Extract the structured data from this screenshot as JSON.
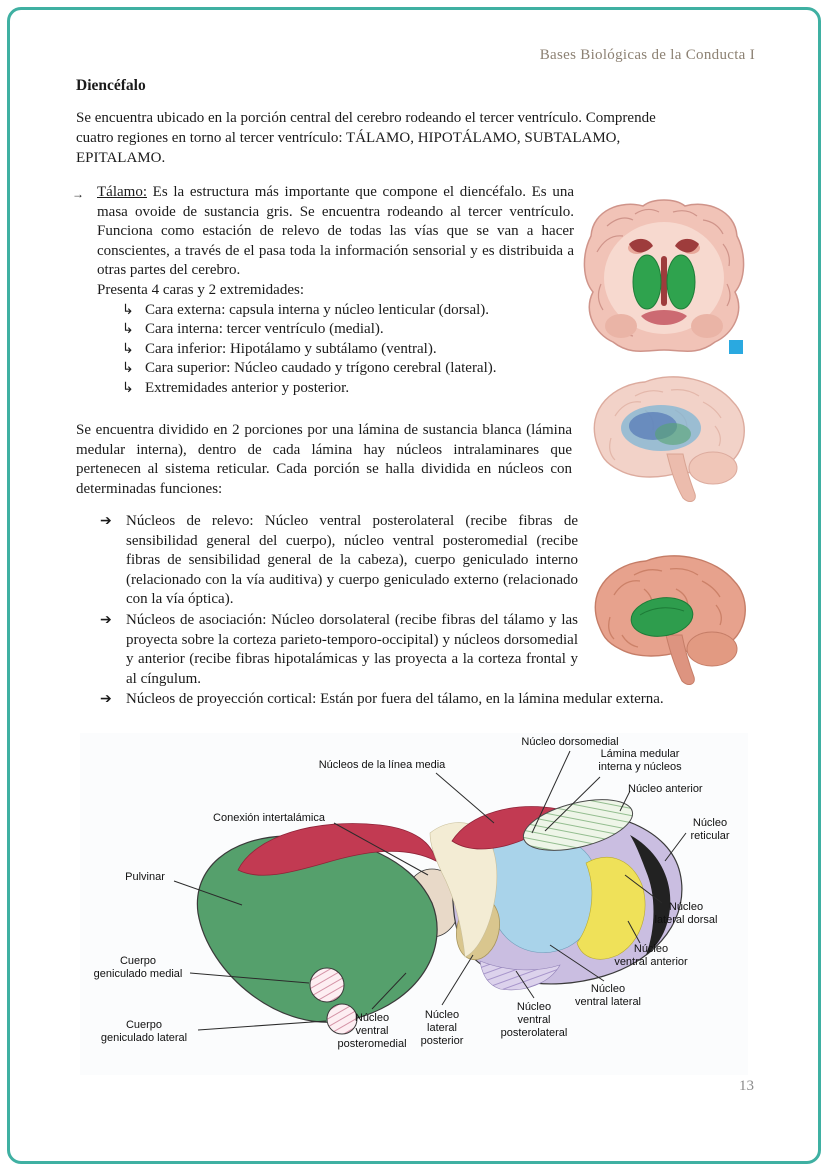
{
  "page": {
    "header": "Bases Biológicas de la Conducta I",
    "number": "13",
    "colors": {
      "border_teal": "#3fb0a2",
      "thalamus_green": "#2fa34e",
      "diagram_red": "#c23a52"
    }
  },
  "doc": {
    "title": "Diencéfalo",
    "intro": "Se encuentra ubicado en la porción central del cerebro rodeando el tercer ventrículo. Comprende\ncuatro regiones en torno al tercer ventrículo: TÁLAMO, HIPOTÁLAMO, SUBTALAMO,\nEPITALAMO.",
    "talamo": {
      "arrow": "→",
      "term": "Tálamo:",
      "body": " Es la estructura más importante que compone el diencéfalo. Es una masa ovoide de sustancia gris. Se encuentra rodeando al tercer ventrículo. Funciona como estación de relevo de todas las vías que se van a hacer conscientes, a través de el pasa toda la información sensorial y es distribuida a otras partes del cerebro.",
      "presenta": "Presenta 4 caras y 2 extremidades:",
      "item_bullet": "↳",
      "items": [
        "Cara externa: capsula interna y núcleo lenticular (dorsal).",
        "Cara interna: tercer ventrículo (medial).",
        "Cara inferior: Hipotálamo y subtálamo (ventral).",
        "Cara superior: Núcleo caudado y trígono cerebral (lateral).",
        "Extremidades anterior y posterior."
      ]
    },
    "division": "Se encuentra dividido en 2 porciones por una lámina de sustancia blanca (lámina medular interna), dentro de cada lámina hay núcleos intralaminares que pertenecen al sistema reticular. Cada porción se halla dividida en núcleos con determinadas funciones:",
    "nucleos_bullet": "➔",
    "nucleos": [
      "Núcleos de relevo: Núcleo ventral posterolateral (recibe fibras de sensibilidad general del cuerpo), núcleo ventral posteromedial (recibe fibras de sensibilidad general de la cabeza), cuerpo geniculado interno (relacionado con la vía auditiva) y cuerpo geniculado externo (relacionado con la vía óptica).",
      "Núcleos de asociación: Núcleo dorsolateral (recibe fibras del tálamo y las proyecta sobre la corteza parieto-temporo-occipital) y núcleos dorsomedial y anterior (recibe fibras hipotalámicas y las proyecta a la corteza frontal y al cíngulum.",
      "Núcleos de proyección cortical: Están por fuera del tálamo, en la lámina medular externa."
    ]
  },
  "diagram": {
    "labels": [
      "Núcleo dorsomedial",
      "Núcleos de la línea media",
      "Lámina medular\ninterna y núcleos",
      "Núcleo anterior",
      "Conexión intertalámica",
      "Núcleo\nreticular",
      "Pulvinar",
      "Núcleo\nlateral dorsal",
      "Cuerpo\ngeniculado medial",
      "Núcleo\nventral anterior",
      "Núcleo\nventral lateral",
      "Cuerpo\ngeniculado lateral",
      "Núcleo\nventral\nposteromedial",
      "Núcleo\nlateral\nposterior",
      "Núcleo\nventral\nposterolateral"
    ]
  }
}
